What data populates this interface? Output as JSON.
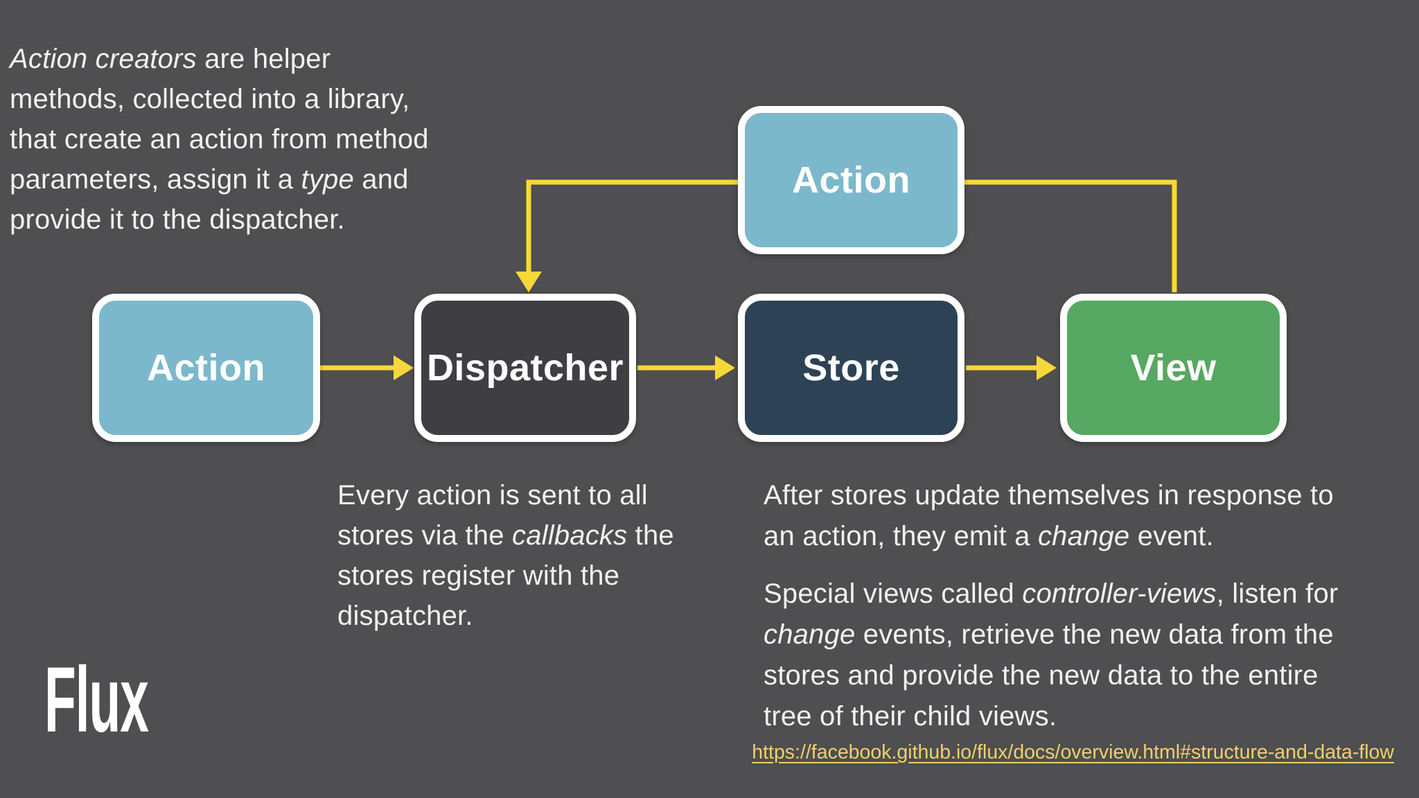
{
  "title": "Flux",
  "colors": {
    "background": "#4f4e50",
    "arrow_yellow": "#f8d838",
    "link_yellow": "#f0d06a",
    "node_action_blue": "#7cb8cb",
    "node_dispatcher_gray": "#3f3e43",
    "node_store_navy": "#2d4355",
    "node_view_green": "#57a862"
  },
  "nodes": [
    {
      "id": "action-top",
      "label": "Action",
      "color": "#7cb8cb"
    },
    {
      "id": "action-left",
      "label": "Action",
      "color": "#7cb8cb"
    },
    {
      "id": "dispatcher",
      "label": "Dispatcher",
      "color": "#3f3e43"
    },
    {
      "id": "store",
      "label": "Store",
      "color": "#2d4355"
    },
    {
      "id": "view",
      "label": "View",
      "color": "#57a862"
    }
  ],
  "edges": [
    {
      "from": "action-left",
      "to": "dispatcher",
      "arrowhead": true
    },
    {
      "from": "dispatcher",
      "to": "store",
      "arrowhead": true
    },
    {
      "from": "store",
      "to": "view",
      "arrowhead": true
    },
    {
      "from": "view",
      "to": "action-top",
      "arrowhead": false
    },
    {
      "from": "action-top",
      "to": "dispatcher",
      "arrowhead": true
    }
  ],
  "annotations": {
    "action_creators": {
      "segments": [
        {
          "t": "Action creators",
          "i": true
        },
        {
          "t": " are helper\nmethods, collected into a library,\nthat create an action from method\nparameters, assign it a ",
          "i": false
        },
        {
          "t": "type",
          "i": true
        },
        {
          "t": " and\nprovide it to the dispatcher.",
          "i": false
        }
      ]
    },
    "dispatcher_note": {
      "segments": [
        {
          "t": "Every action is sent to all\nstores via the ",
          "i": false
        },
        {
          "t": "callbacks",
          "i": true
        },
        {
          "t": " the\nstores register with the\ndispatcher.",
          "i": false
        }
      ]
    },
    "store_note_1": {
      "segments": [
        {
          "t": "After stores update themselves in response to\nan action, they emit a ",
          "i": false
        },
        {
          "t": "change",
          "i": true
        },
        {
          "t": " event.",
          "i": false
        }
      ]
    },
    "store_note_2": {
      "segments": [
        {
          "t": "Special views called ",
          "i": false
        },
        {
          "t": "controller-views",
          "i": true
        },
        {
          "t": ", listen for\n",
          "i": false
        },
        {
          "t": "change",
          "i": true
        },
        {
          "t": " events, retrieve the new data from the\nstores and provide the new data to the entire\ntree of their child views.",
          "i": false
        }
      ]
    }
  },
  "link": {
    "text": "https://facebook.github.io/flux/docs/overview.html#structure-and-data-flow"
  }
}
